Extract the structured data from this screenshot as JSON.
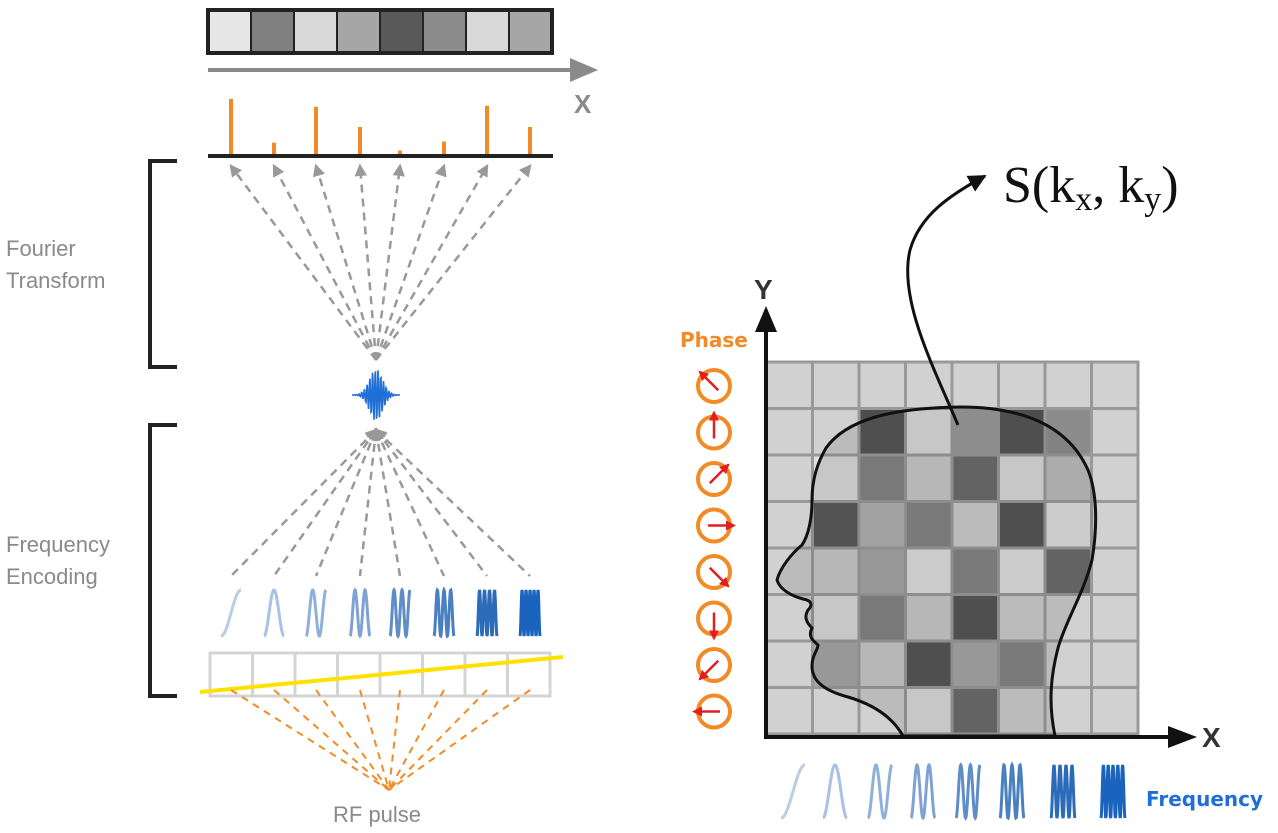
{
  "labels": {
    "fourier_line1": "Fourier",
    "fourier_line2": "Transform",
    "freq_enc_line1": "Frequency",
    "freq_enc_line2": "Encoding",
    "rf_pulse": "RF pulse",
    "top_axis": "X",
    "phase": "Phase",
    "frequency": "Frequency",
    "axis_x": "X",
    "axis_y": "Y",
    "formula_main": "S(k",
    "formula_sub_x": "x",
    "formula_mid": ", k",
    "formula_sub_y": "y",
    "formula_end": ")"
  },
  "colors": {
    "orange": "#f28a25",
    "blue_wave": "#1f6fd6",
    "red_arrow": "#e0201f",
    "yellow_gradient": "#ffe100",
    "grid_line": "#999999",
    "dashed_gray": "#999999"
  },
  "top_strip": {
    "gray_levels": [
      0.9,
      0.5,
      0.85,
      0.65,
      0.35,
      0.55,
      0.85,
      0.65
    ]
  },
  "spectrum": {
    "heights": [
      1.0,
      0.22,
      0.86,
      0.5,
      0.08,
      0.24,
      0.88,
      0.5
    ]
  },
  "phase_arrow_angles_deg": [
    135,
    90,
    45,
    0,
    -45,
    -90,
    -135,
    180
  ],
  "grid": {
    "cells": [
      [
        0.82,
        0.82,
        0.82,
        0.82,
        0.82,
        0.82,
        0.82,
        0.82
      ],
      [
        0.82,
        0.82,
        0.3,
        0.88,
        0.6,
        0.3,
        0.55,
        0.82
      ],
      [
        0.82,
        0.88,
        0.5,
        0.8,
        0.4,
        0.88,
        0.75,
        0.82
      ],
      [
        0.82,
        0.32,
        0.7,
        0.5,
        0.82,
        0.3,
        0.9,
        0.82
      ],
      [
        0.82,
        0.8,
        0.65,
        0.9,
        0.5,
        0.9,
        0.4,
        0.82
      ],
      [
        0.82,
        0.88,
        0.5,
        0.8,
        0.3,
        0.82,
        0.82,
        0.82
      ],
      [
        0.82,
        0.65,
        0.8,
        0.3,
        0.65,
        0.5,
        0.82,
        0.82
      ],
      [
        0.82,
        0.82,
        0.82,
        0.88,
        0.4,
        0.82,
        0.82,
        0.82
      ]
    ]
  },
  "wave_cycles": [
    0.5,
    1,
    1.5,
    2,
    2.5,
    3,
    4,
    5
  ]
}
